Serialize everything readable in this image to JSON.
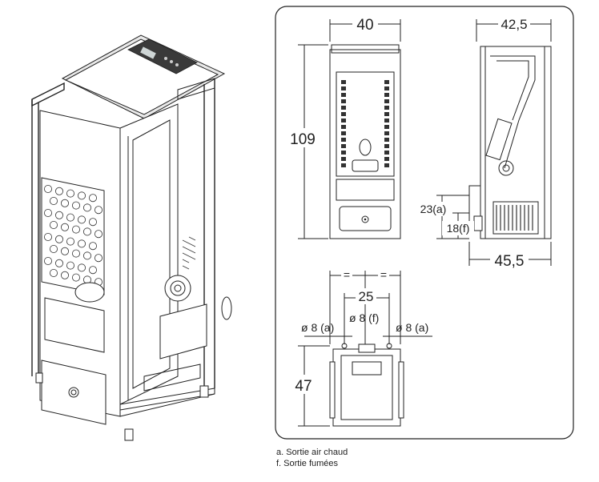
{
  "dimensions": {
    "front_width": "40",
    "side_depth_top": "42,5",
    "height": "109",
    "hot_air_outlet_height": "23(a)",
    "flue_outlet_height": "18(f)",
    "side_depth_bottom": "45,5",
    "equal_left": "=",
    "equal_right": "=",
    "outlet_spacing": "25",
    "diameter_air_left": "ø 8 (a)",
    "diameter_flue": "ø 8 (f)",
    "diameter_air_right": "ø 8 (a)",
    "top_view_height": "47"
  },
  "legend": {
    "a": "a. Sortie air chaud",
    "f": "f. Sortie fumées"
  }
}
